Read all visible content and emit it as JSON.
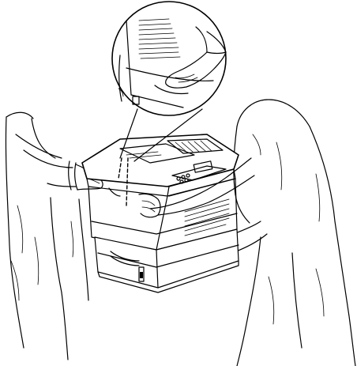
{
  "figure": {
    "kind": "line-art-illustration",
    "palette": {
      "line": "#000000",
      "background": "#ffffff"
    },
    "depicts": [
      "printer",
      "lower-paper-tray",
      "person-left",
      "person-right",
      "magnified-handhold-callout"
    ]
  }
}
